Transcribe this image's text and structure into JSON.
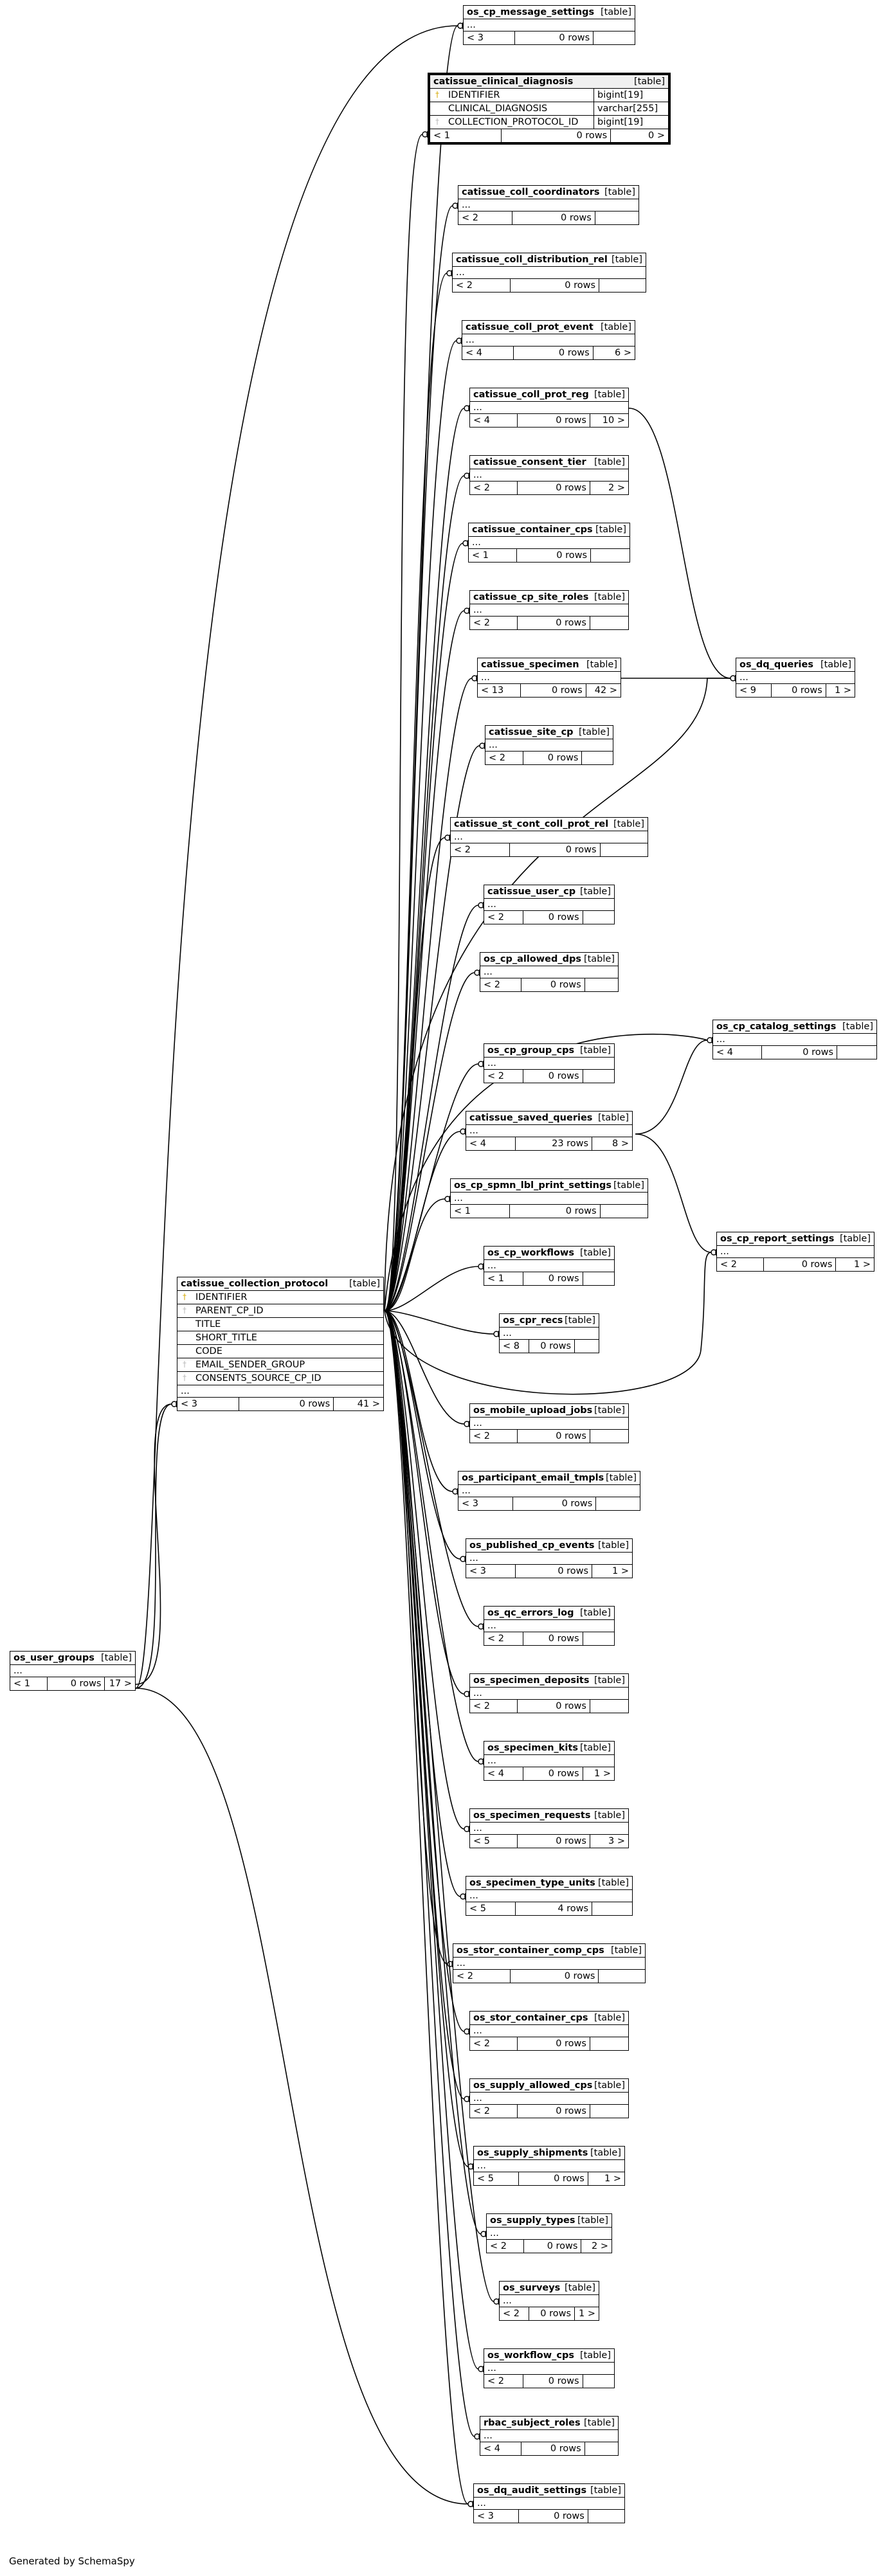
{
  "credit": "Generated by SchemaSpy",
  "tag": "[table]",
  "ellipsis": "...",
  "tables": [
    {
      "id": "os_cp_message_settings",
      "name": "os_cp_message_settings",
      "parents": "< 3",
      "rows": "0 rows",
      "children": ""
    },
    {
      "id": "catissue_clinical_diagnosis",
      "name": "catissue_clinical_diagnosis",
      "focus": true,
      "columns": [
        {
          "name": "IDENTIFIER",
          "type": "bigint[19]",
          "key": "primary"
        },
        {
          "name": "CLINICAL_DIAGNOSIS",
          "type": "varchar[255]",
          "key": ""
        },
        {
          "name": "COLLECTION_PROTOCOL_ID",
          "type": "bigint[19]",
          "key": "foreign"
        }
      ],
      "parents": "< 1",
      "rows": "0 rows",
      "children": "0 >"
    },
    {
      "id": "catissue_coll_coordinators",
      "name": "catissue_coll_coordinators",
      "parents": "< 2",
      "rows": "0 rows",
      "children": ""
    },
    {
      "id": "catissue_coll_distribution_rel",
      "name": "catissue_coll_distribution_rel",
      "parents": "< 2",
      "rows": "0 rows",
      "children": ""
    },
    {
      "id": "catissue_coll_prot_event",
      "name": "catissue_coll_prot_event",
      "parents": "< 4",
      "rows": "0 rows",
      "children": "6 >"
    },
    {
      "id": "catissue_coll_prot_reg",
      "name": "catissue_coll_prot_reg",
      "parents": "< 4",
      "rows": "0 rows",
      "children": "10 >"
    },
    {
      "id": "catissue_consent_tier",
      "name": "catissue_consent_tier",
      "parents": "< 2",
      "rows": "0 rows",
      "children": "2 >"
    },
    {
      "id": "catissue_container_cps",
      "name": "catissue_container_cps",
      "parents": "< 1",
      "rows": "0 rows",
      "children": ""
    },
    {
      "id": "catissue_cp_site_roles",
      "name": "catissue_cp_site_roles",
      "parents": "< 2",
      "rows": "0 rows",
      "children": ""
    },
    {
      "id": "catissue_specimen",
      "name": "catissue_specimen",
      "parents": "< 13",
      "rows": "0 rows",
      "children": "42 >"
    },
    {
      "id": "catissue_site_cp",
      "name": "catissue_site_cp",
      "parents": "< 2",
      "rows": "0 rows",
      "children": ""
    },
    {
      "id": "catissue_st_cont_coll_prot_rel",
      "name": "catissue_st_cont_coll_prot_rel",
      "parents": "< 2",
      "rows": "0 rows",
      "children": ""
    },
    {
      "id": "catissue_user_cp",
      "name": "catissue_user_cp",
      "parents": "< 2",
      "rows": "0 rows",
      "children": ""
    },
    {
      "id": "os_cp_allowed_dps",
      "name": "os_cp_allowed_dps",
      "parents": "< 2",
      "rows": "0 rows",
      "children": ""
    },
    {
      "id": "os_cp_group_cps",
      "name": "os_cp_group_cps",
      "parents": "< 2",
      "rows": "0 rows",
      "children": ""
    },
    {
      "id": "catissue_saved_queries",
      "name": "catissue_saved_queries",
      "parents": "< 4",
      "rows": "23 rows",
      "children": "8 >"
    },
    {
      "id": "os_cp_spmn_lbl_print_settings",
      "name": "os_cp_spmn_lbl_print_settings",
      "parents": "< 1",
      "rows": "0 rows",
      "children": ""
    },
    {
      "id": "os_cp_workflows",
      "name": "os_cp_workflows",
      "parents": "< 1",
      "rows": "0 rows",
      "children": ""
    },
    {
      "id": "os_cpr_recs",
      "name": "os_cpr_recs",
      "parents": "< 8",
      "rows": "0 rows",
      "children": ""
    },
    {
      "id": "os_mobile_upload_jobs",
      "name": "os_mobile_upload_jobs",
      "parents": "< 2",
      "rows": "0 rows",
      "children": ""
    },
    {
      "id": "os_participant_email_tmpls",
      "name": "os_participant_email_tmpls",
      "parents": "< 3",
      "rows": "0 rows",
      "children": ""
    },
    {
      "id": "os_published_cp_events",
      "name": "os_published_cp_events",
      "parents": "< 3",
      "rows": "0 rows",
      "children": "1 >"
    },
    {
      "id": "os_qc_errors_log",
      "name": "os_qc_errors_log",
      "parents": "< 2",
      "rows": "0 rows",
      "children": ""
    },
    {
      "id": "os_specimen_deposits",
      "name": "os_specimen_deposits",
      "parents": "< 2",
      "rows": "0 rows",
      "children": ""
    },
    {
      "id": "os_specimen_kits",
      "name": "os_specimen_kits",
      "parents": "< 4",
      "rows": "0 rows",
      "children": "1 >"
    },
    {
      "id": "os_specimen_requests",
      "name": "os_specimen_requests",
      "parents": "< 5",
      "rows": "0 rows",
      "children": "3 >"
    },
    {
      "id": "os_specimen_type_units",
      "name": "os_specimen_type_units",
      "parents": "< 5",
      "rows": "4 rows",
      "children": ""
    },
    {
      "id": "os_stor_container_comp_cps",
      "name": "os_stor_container_comp_cps",
      "parents": "< 2",
      "rows": "0 rows",
      "children": ""
    },
    {
      "id": "os_stor_container_cps",
      "name": "os_stor_container_cps",
      "parents": "< 2",
      "rows": "0 rows",
      "children": ""
    },
    {
      "id": "os_supply_allowed_cps",
      "name": "os_supply_allowed_cps",
      "parents": "< 2",
      "rows": "0 rows",
      "children": ""
    },
    {
      "id": "os_supply_shipments",
      "name": "os_supply_shipments",
      "parents": "< 5",
      "rows": "0 rows",
      "children": "1 >"
    },
    {
      "id": "os_supply_types",
      "name": "os_supply_types",
      "parents": "< 2",
      "rows": "0 rows",
      "children": "2 >"
    },
    {
      "id": "os_surveys",
      "name": "os_surveys",
      "parents": "< 2",
      "rows": "0 rows",
      "children": "1 >"
    },
    {
      "id": "os_workflow_cps",
      "name": "os_workflow_cps",
      "parents": "< 2",
      "rows": "0 rows",
      "children": ""
    },
    {
      "id": "rbac_subject_roles",
      "name": "rbac_subject_roles",
      "parents": "< 4",
      "rows": "0 rows",
      "children": ""
    },
    {
      "id": "os_dq_audit_settings",
      "name": "os_dq_audit_settings",
      "parents": "< 3",
      "rows": "0 rows",
      "children": ""
    },
    {
      "id": "catissue_collection_protocol",
      "name": "catissue_collection_protocol",
      "columns": [
        {
          "name": "IDENTIFIER",
          "type": "",
          "key": "primary"
        },
        {
          "name": "PARENT_CP_ID",
          "type": "",
          "key": "foreign"
        },
        {
          "name": "TITLE",
          "type": "",
          "key": ""
        },
        {
          "name": "SHORT_TITLE",
          "type": "",
          "key": ""
        },
        {
          "name": "CODE",
          "type": "",
          "key": ""
        },
        {
          "name": "EMAIL_SENDER_GROUP",
          "type": "",
          "key": "foreign"
        },
        {
          "name": "CONSENTS_SOURCE_CP_ID",
          "type": "",
          "key": "foreign"
        }
      ],
      "ellipsis_row": true,
      "parents": "< 3",
      "rows": "0 rows",
      "children": "41 >"
    },
    {
      "id": "os_user_groups",
      "name": "os_user_groups",
      "parents": "< 1",
      "rows": "0 rows",
      "children": "17 >"
    },
    {
      "id": "os_dq_queries",
      "name": "os_dq_queries",
      "parents": "< 9",
      "rows": "0 rows",
      "children": "1 >"
    },
    {
      "id": "os_cp_catalog_settings",
      "name": "os_cp_catalog_settings",
      "parents": "< 4",
      "rows": "0 rows",
      "children": ""
    },
    {
      "id": "os_cp_report_settings",
      "name": "os_cp_report_settings",
      "parents": "< 2",
      "rows": "0 rows",
      "children": "1 >"
    }
  ]
}
